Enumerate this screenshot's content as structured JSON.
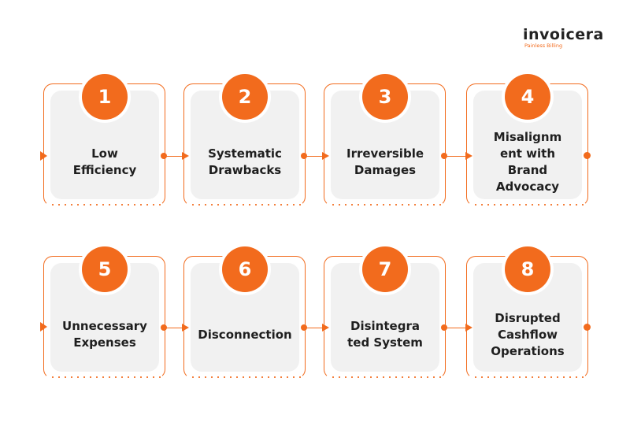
{
  "brand": {
    "name": "invoicera",
    "tagline": "Painless Billing",
    "accent": "#f26b1d"
  },
  "steps": [
    {
      "number": "1",
      "label": "Low\nEfficiency"
    },
    {
      "number": "2",
      "label": "Systematic\nDrawbacks"
    },
    {
      "number": "3",
      "label": "Irreversible\nDamages"
    },
    {
      "number": "4",
      "label": "Misalignm\nent with\nBrand\nAdvocacy"
    },
    {
      "number": "5",
      "label": "Unnecessary\nExpenses"
    },
    {
      "number": "6",
      "label": "Disconnection"
    },
    {
      "number": "7",
      "label": "Disintegra\nted System"
    },
    {
      "number": "8",
      "label": "Disrupted\nCashflow\nOperations"
    }
  ]
}
